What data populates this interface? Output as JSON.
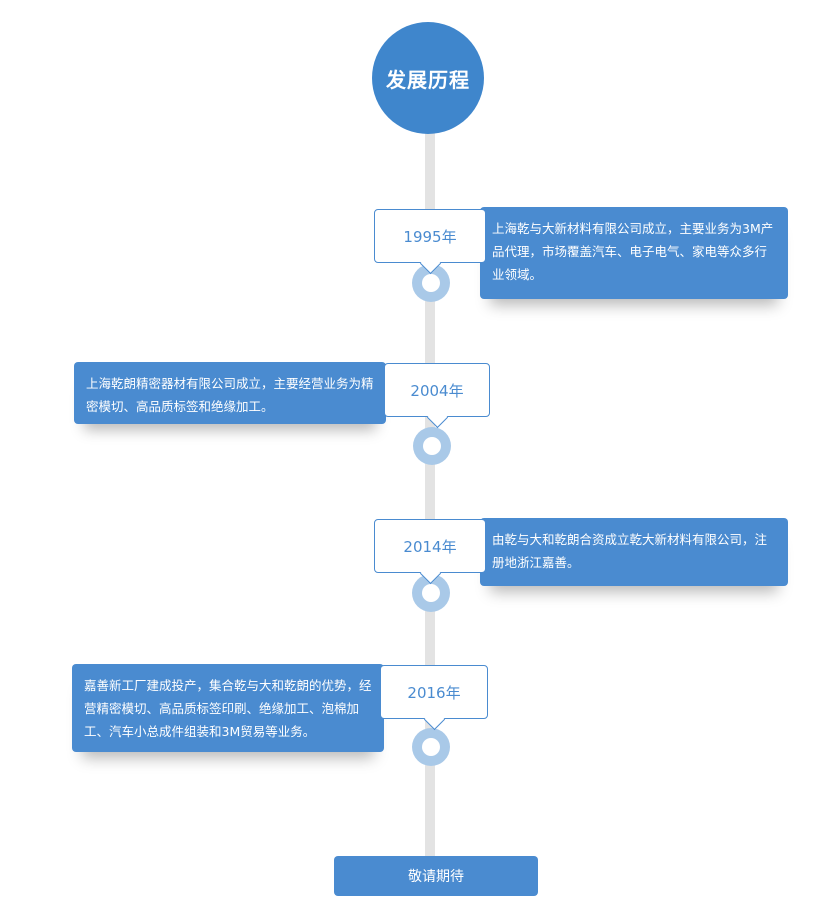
{
  "title": "发展历程",
  "events": [
    {
      "year": "1995年",
      "text": "上海乾与大新材料有限公司成立，主要业务为3M产品代理，市场覆盖汽车、电子电气、家电等众多行业领域。"
    },
    {
      "year": "2004年",
      "text": "上海乾朗精密器材有限公司成立，主要经营业务为精密模切、高品质标签和绝缘加工。"
    },
    {
      "year": "2014年",
      "text": "由乾与大和乾朗合资成立乾大新材料有限公司，注册地浙江嘉善。"
    },
    {
      "year": "2016年",
      "text": "嘉善新工厂建成投产，集合乾与大和乾朗的优势，经营精密模切、高品质标签印刷、绝缘加工、泡棉加工、汽车小总成件组装和3M贸易等业务。"
    }
  ],
  "footer_label": "敬请期待",
  "colors": {
    "accent": "#4a8bd0",
    "title_circle": "#3f86cc",
    "node": "#a9c9e8",
    "spine": "#e3e3e3"
  }
}
